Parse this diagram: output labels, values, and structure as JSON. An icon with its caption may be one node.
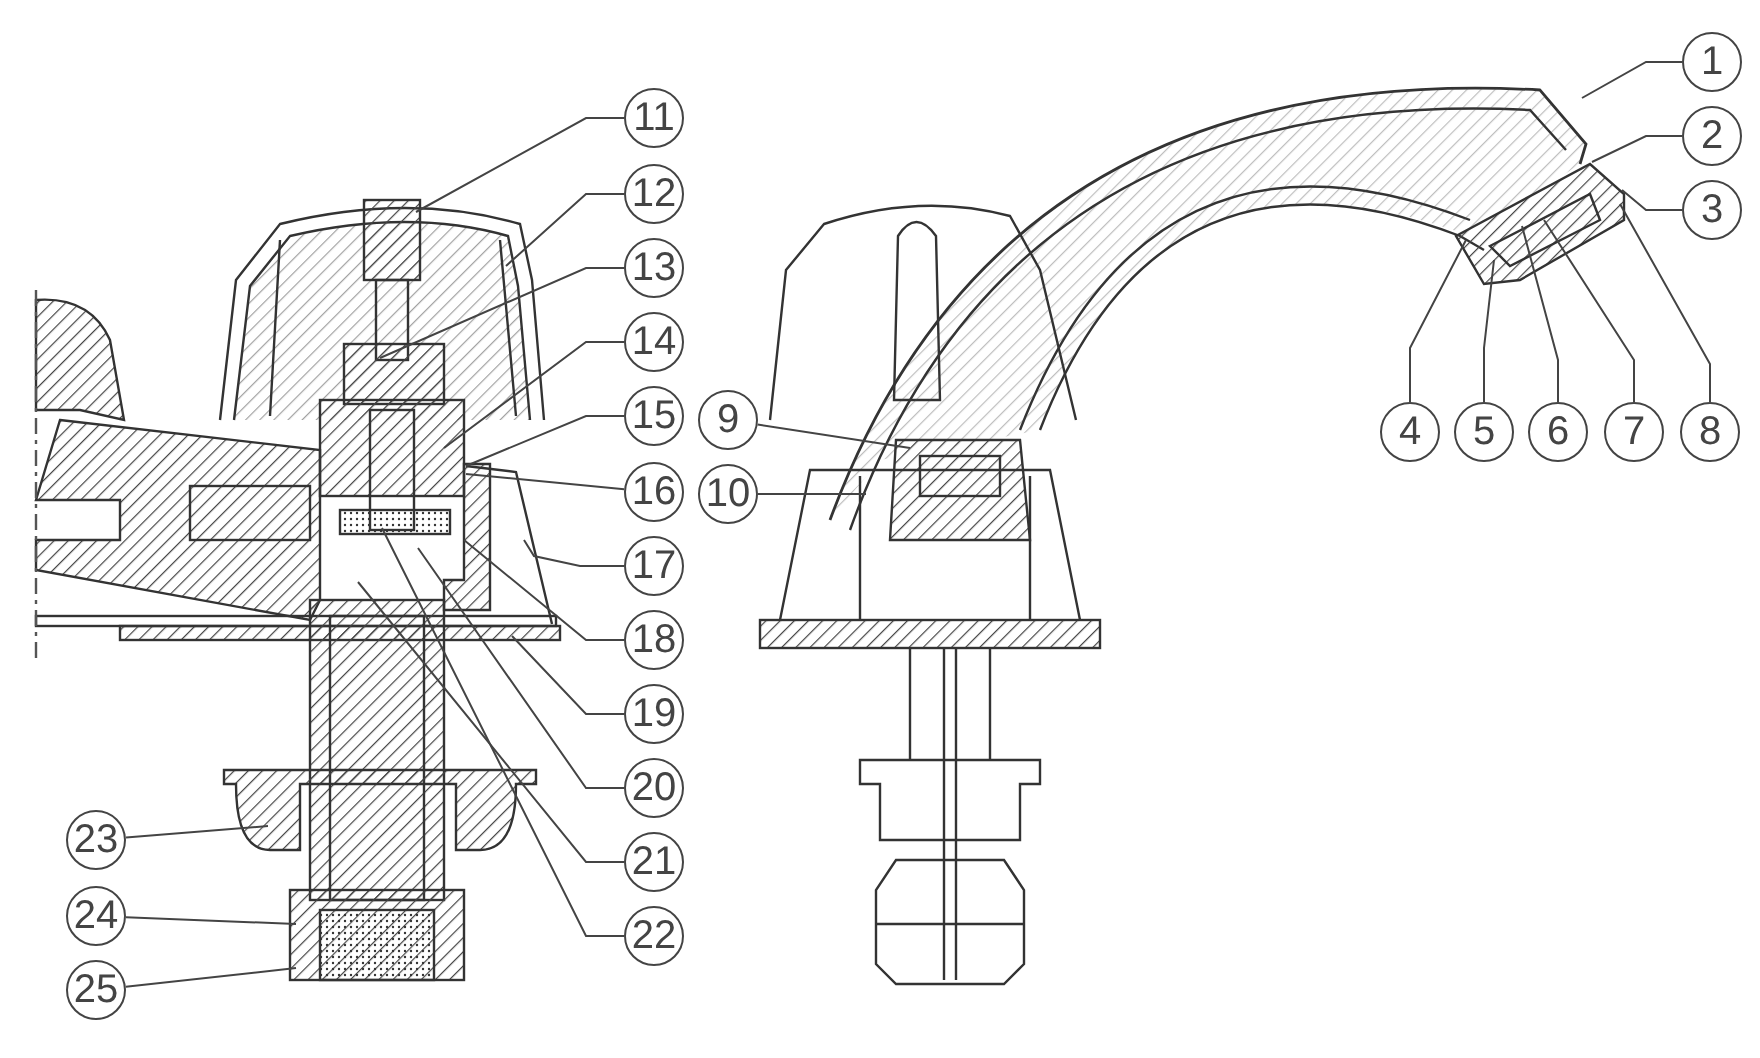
{
  "diagram": {
    "nodes": [
      {
        "text": [
          "1"
        ]
      },
      {
        "text": [
          "2"
        ]
      },
      {
        "text": [
          "3"
        ]
      },
      {
        "text": [
          "4"
        ]
      },
      {
        "text": [
          "5"
        ]
      },
      {
        "text": [
          "6"
        ]
      },
      {
        "text": [
          "7"
        ]
      },
      {
        "text": [
          "8"
        ]
      },
      {
        "text": [
          "9"
        ]
      },
      {
        "text": [
          "10"
        ]
      },
      {
        "text": [
          "11"
        ]
      },
      {
        "text": [
          "12"
        ]
      },
      {
        "text": [
          "13"
        ]
      },
      {
        "text": [
          "14"
        ]
      },
      {
        "text": [
          "15"
        ]
      },
      {
        "text": [
          "16"
        ]
      },
      {
        "text": [
          "17"
        ]
      },
      {
        "text": [
          "18"
        ]
      },
      {
        "text": [
          "19"
        ]
      },
      {
        "text": [
          "20"
        ]
      },
      {
        "text": [
          "21"
        ]
      },
      {
        "text": [
          "22"
        ]
      },
      {
        "text": [
          "23"
        ]
      },
      {
        "text": [
          "24"
        ]
      },
      {
        "text": [
          "25"
        ]
      }
    ],
    "edges": [
      {
        "from": 0,
        "to": null,
        "arrow": "none"
      },
      {
        "from": 1,
        "to": null,
        "arrow": "none"
      },
      {
        "from": 2,
        "to": null,
        "arrow": "none"
      },
      {
        "from": 3,
        "to": null,
        "arrow": "none"
      },
      {
        "from": 4,
        "to": null,
        "arrow": "none"
      },
      {
        "from": 5,
        "to": null,
        "arrow": "none"
      },
      {
        "from": 6,
        "to": null,
        "arrow": "none"
      },
      {
        "from": 7,
        "to": null,
        "arrow": "none"
      },
      {
        "from": 8,
        "to": null,
        "arrow": "none"
      },
      {
        "from": 9,
        "to": null,
        "arrow": "none"
      },
      {
        "from": 10,
        "to": null,
        "arrow": "none"
      },
      {
        "from": 11,
        "to": null,
        "arrow": "none"
      },
      {
        "from": 12,
        "to": null,
        "arrow": "none"
      },
      {
        "from": 13,
        "to": null,
        "arrow": "none"
      },
      {
        "from": 14,
        "to": null,
        "arrow": "none"
      },
      {
        "from": 15,
        "to": null,
        "arrow": "none"
      },
      {
        "from": 16,
        "to": null,
        "arrow": "none"
      },
      {
        "from": 17,
        "to": null,
        "arrow": "none"
      },
      {
        "from": 18,
        "to": null,
        "arrow": "none"
      },
      {
        "from": 19,
        "to": null,
        "arrow": "none"
      },
      {
        "from": 20,
        "to": null,
        "arrow": "none"
      },
      {
        "from": 21,
        "to": null,
        "arrow": "none"
      },
      {
        "from": 22,
        "to": null,
        "arrow": "none"
      },
      {
        "from": 23,
        "to": null,
        "arrow": "none"
      },
      {
        "from": 24,
        "to": null,
        "arrow": "none"
      }
    ]
  }
}
